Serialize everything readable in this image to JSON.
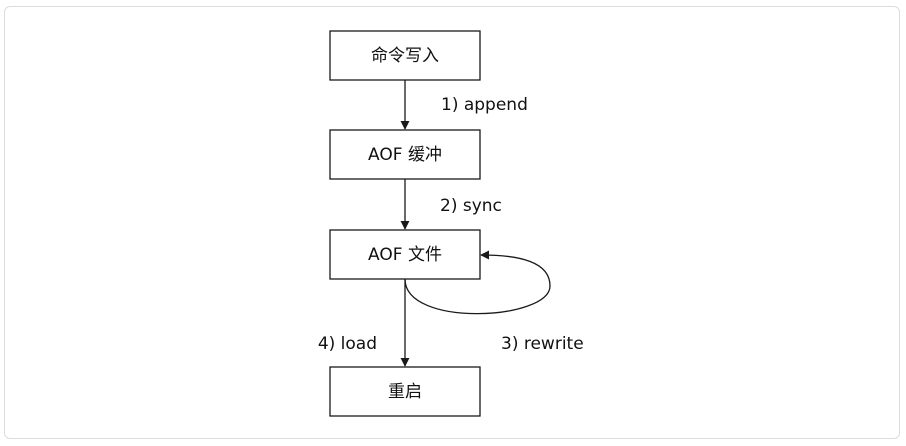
{
  "nodes": {
    "command_write": "命令写入",
    "aof_buffer": "AOF 缓冲",
    "aof_file": "AOF 文件",
    "restart": "重启"
  },
  "edges": {
    "append": "1) append",
    "sync": "2) sync",
    "rewrite": "3) rewrite",
    "load": "4) load"
  }
}
